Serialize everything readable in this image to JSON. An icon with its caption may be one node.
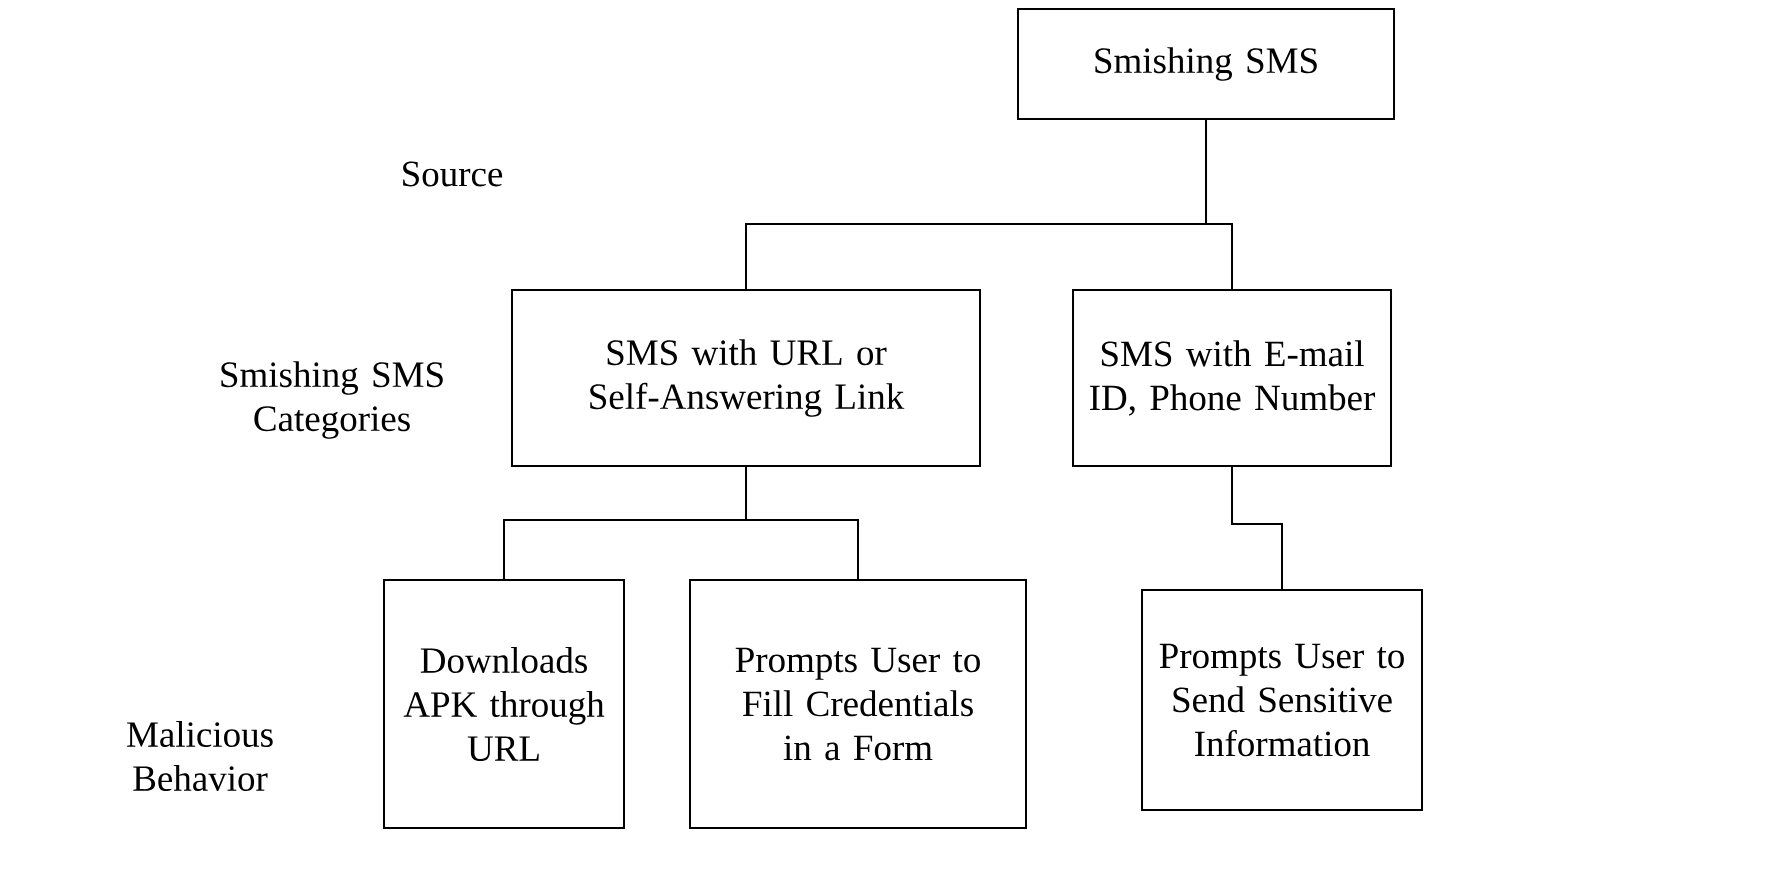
{
  "diagram": {
    "nodes": [
      {
        "text": [
          "Smishing SMS"
        ]
      },
      {
        "text": [
          "SMS with URL or Self-Answering Link"
        ]
      },
      {
        "text": [
          "SMS with E-mail ID, Phone Number"
        ]
      },
      {
        "text": [
          "Downloads APK through URL"
        ]
      },
      {
        "text": [
          "Prompts User to Fill Credentials in a Form"
        ]
      },
      {
        "text": [
          "Prompts User to Send Sensitive Information"
        ]
      }
    ],
    "edges": [
      {
        "from": 0,
        "to": 1,
        "arrow": "none"
      },
      {
        "from": 0,
        "to": 2,
        "arrow": "none"
      },
      {
        "from": 1,
        "to": 3,
        "arrow": "none"
      },
      {
        "from": 1,
        "to": 4,
        "arrow": "none"
      },
      {
        "from": 2,
        "to": 5,
        "arrow": "none"
      }
    ],
    "labels": [
      "Source",
      "Smishing SMS Categories",
      "Malicious Behavior"
    ]
  }
}
